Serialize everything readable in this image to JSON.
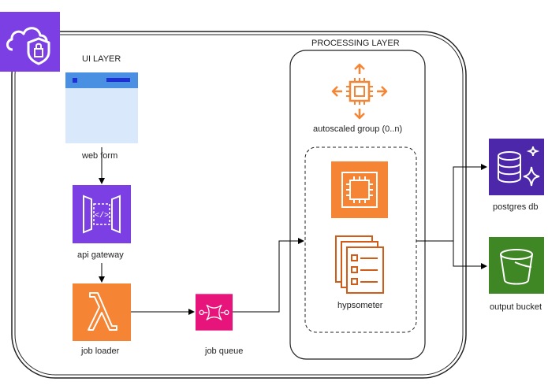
{
  "ui_layer": {
    "label": "UI LAYER"
  },
  "processing_layer": {
    "label": "PROCESSING LAYER"
  },
  "nodes": {
    "web_form": {
      "label": "web form",
      "icon": "web-form-icon"
    },
    "api_gateway": {
      "label": "api gateway",
      "icon": "api-gateway-icon"
    },
    "job_loader": {
      "label": "job loader",
      "icon": "lambda-icon"
    },
    "job_queue": {
      "label": "job queue",
      "icon": "sqs-queue-icon"
    },
    "autoscaled_group": {
      "label": "autoscaled group (0..n)",
      "icon": "autoscaling-icon"
    },
    "ec2_instance": {
      "label": "",
      "icon": "ec2-instance-icon"
    },
    "hypsometer": {
      "label": "hypsometer",
      "icon": "hypsometer-stack-icon"
    },
    "postgres_db": {
      "label": "postgres db",
      "icon": "aurora-database-icon"
    },
    "output_bucket": {
      "label": "output bucket",
      "icon": "s3-bucket-icon"
    }
  },
  "colors": {
    "aws_cloud": "#7b3fe4",
    "api_gateway": "#7b3fe4",
    "compute": "#f58534",
    "queue": "#e7157b",
    "database": "#4d27aa",
    "storage": "#3f8624",
    "web_form_bar": "#4a90e2"
  }
}
